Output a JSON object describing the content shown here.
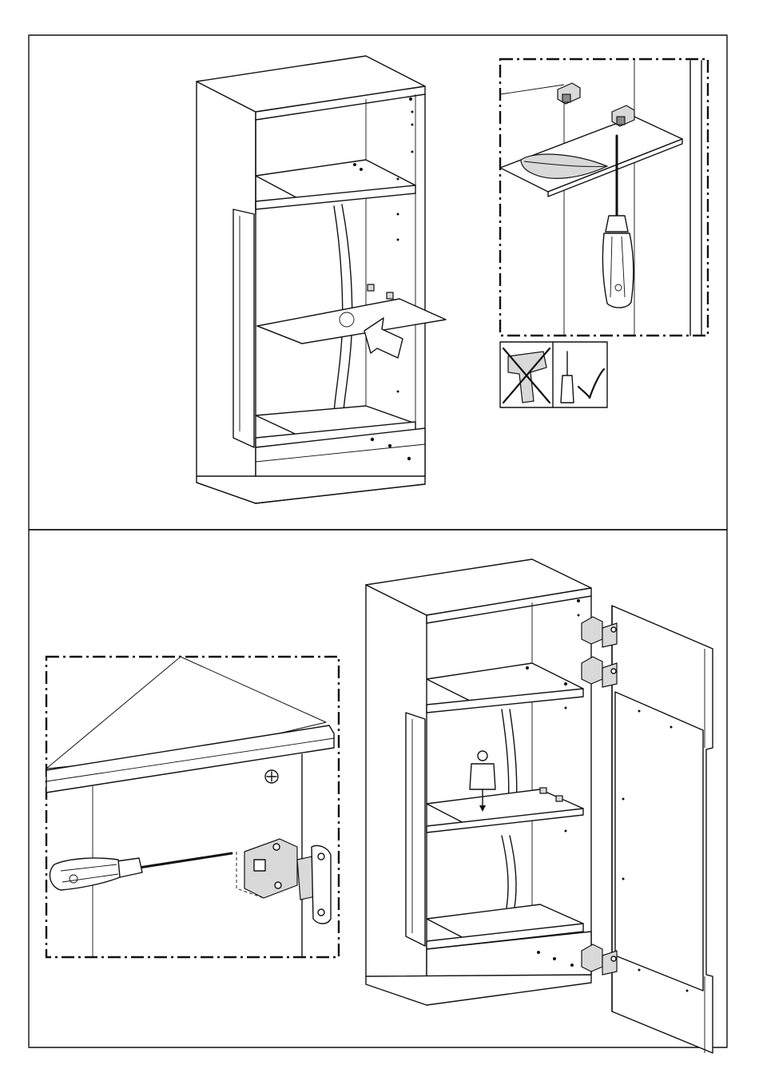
{
  "document": {
    "type": "assembly-instruction-page",
    "panels": [
      {
        "id": "top",
        "illustration": "cabinet-shelf-insertion"
      },
      {
        "id": "bottom",
        "illustration": "cabinet-door-hinge-mounting"
      }
    ],
    "icons": {
      "power-drill": "crossed-out",
      "screwdriver": "check-mark"
    }
  }
}
